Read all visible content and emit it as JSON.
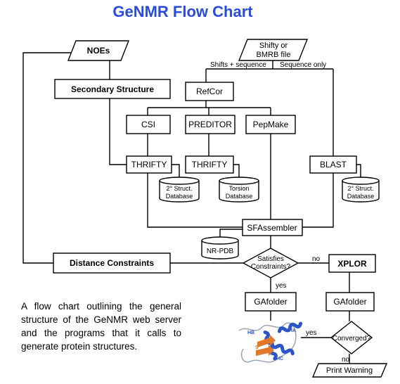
{
  "title": "GeNMR Flow Chart",
  "caption": "A flow chart outlining the general structure of the GeNMR web server and the programs that it calls to generate protein structures.",
  "nodes": {
    "noes": "NOEs",
    "shifty_line1": "Shifty or",
    "shifty_line2": "BMRB file",
    "secondary_structure": "Secondary Structure",
    "refcor": "RefCor",
    "csi": "CSI",
    "preditor": "PREDITOR",
    "pepmake": "PepMake",
    "thrifty_1": "THRIFTY",
    "thrifty_2": "THRIFTY",
    "blast": "BLAST",
    "db_struct_1_line1": "2° Struct.",
    "db_struct_1_line2": "Database",
    "db_torsion_line1": "Torsion",
    "db_torsion_line2": "Database",
    "db_struct_2_line1": "2° Struct.",
    "db_struct_2_line2": "Database",
    "sfassembler": "SFAssembler",
    "nr_pdb": "NR-PDB",
    "distance_constraints": "Distance Constraints",
    "satisfies_line1": "Satisfies",
    "satisfies_line2": "Constraints?",
    "xplor": "XPLOR",
    "gafolder_1": "GAfolder",
    "gafolder_2": "GAfolder",
    "converged": "Converged?",
    "print_warning": "Print Warning"
  },
  "edge_labels": {
    "shifts_sequence": "Shifts + sequence",
    "sequence_only": "Sequence only",
    "no_satisfies": "no",
    "yes_satisfies": "yes",
    "yes_converged": "yes",
    "no_converged": "no"
  },
  "protein_labels": {
    "hb": "HB",
    "ha": "HA",
    "s": "S",
    "hc": "HC"
  },
  "colors": {
    "title": "#2a4be0",
    "helix": "#2b54c8",
    "sheet": "#e07a2a"
  }
}
